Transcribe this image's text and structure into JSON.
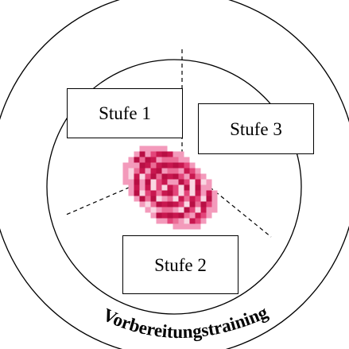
{
  "diagram": {
    "stages": [
      {
        "label": "Stufe 1"
      },
      {
        "label": "Stufe 3"
      },
      {
        "label": "Stufe 2"
      }
    ],
    "ring_label": "Vorbereitungstraining",
    "colors": {
      "line": "#000000",
      "background": "#ffffff",
      "spiral_palette": [
        "#c8174f",
        "#e3457a",
        "#f39abb",
        "#f9d6e2",
        "#b80f44",
        "#eb6c96"
      ]
    },
    "icons": {
      "center": "pink-spiral-icon"
    }
  }
}
